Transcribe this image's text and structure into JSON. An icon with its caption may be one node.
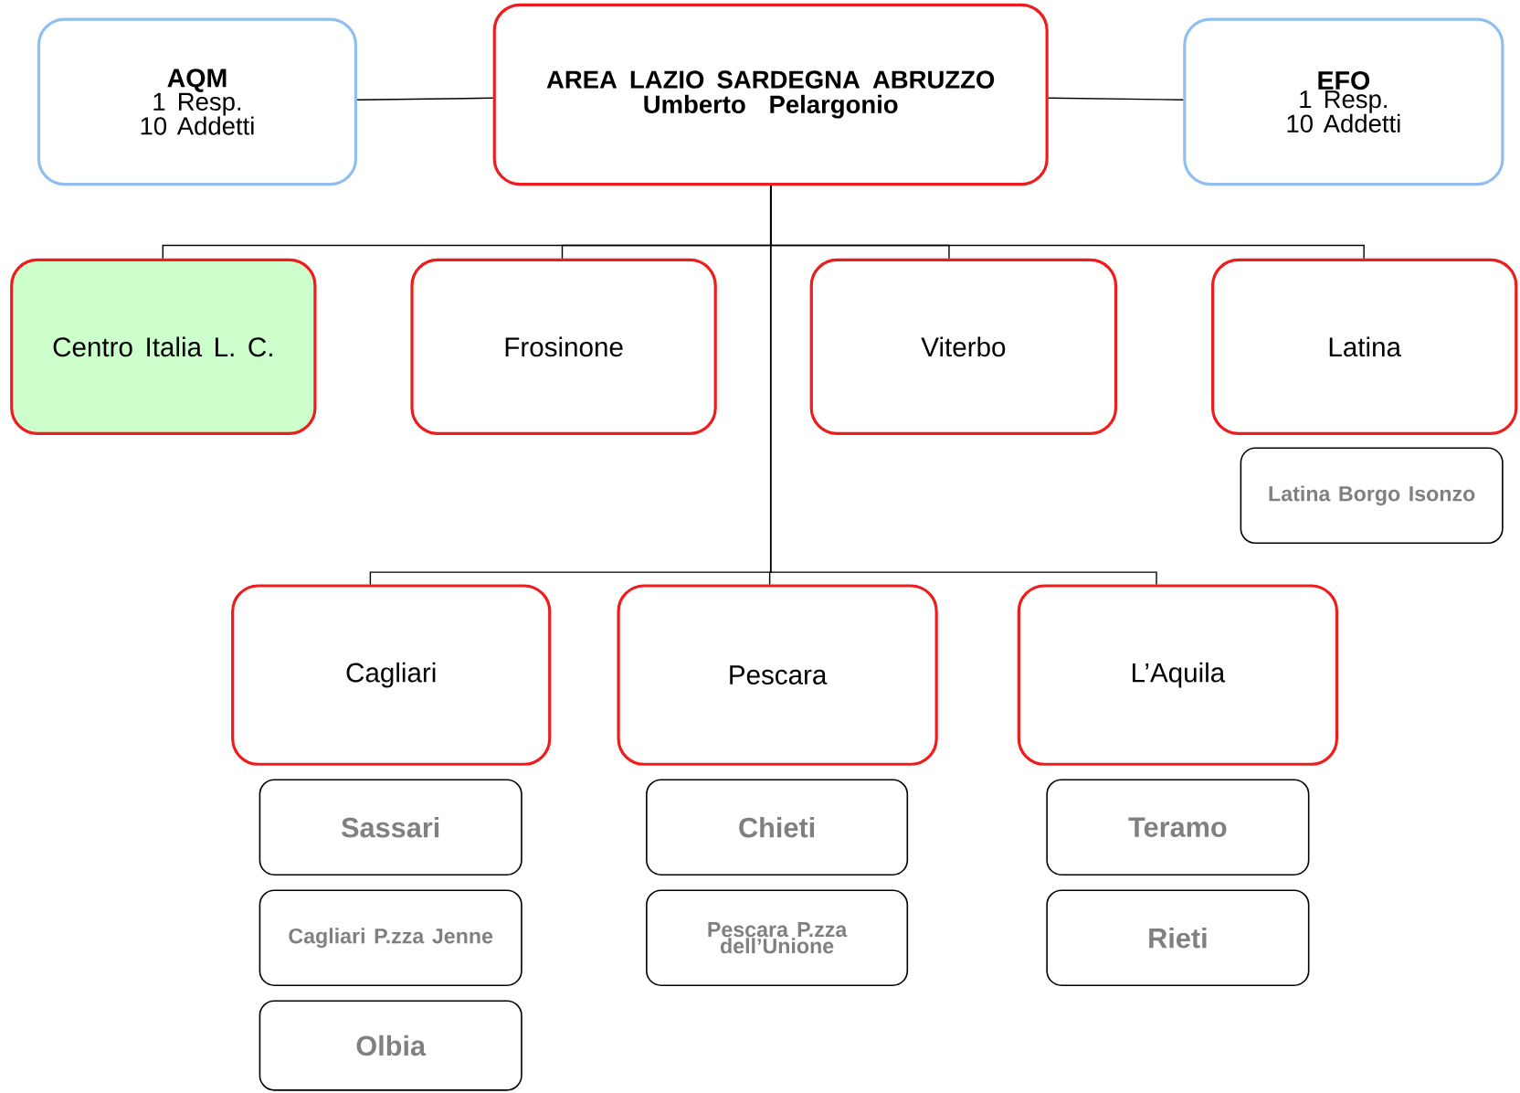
{
  "diagram": {
    "nodes": [
      {
        "text": [
          "AQM",
          "1 Resp. 10 Addetti"
        ]
      },
      {
        "text": [
          "AREA LAZIO SARDEGNA ABRUZZO",
          "Umberto Pelargonio"
        ]
      },
      {
        "text": [
          "EFO",
          "1 Resp. 10 Addetti"
        ]
      },
      {
        "text": [
          "Centro Italia L. C."
        ]
      },
      {
        "text": [
          "Frosinone"
        ]
      },
      {
        "text": [
          "Viterbo"
        ]
      },
      {
        "text": [
          "Latina"
        ]
      },
      {
        "text": [
          "Latina Borgo Isonzo"
        ]
      },
      {
        "text": [
          "Cagliari"
        ]
      },
      {
        "text": [
          "Pescara"
        ]
      },
      {
        "text": [
          "L’Aquila"
        ]
      },
      {
        "text": [
          "Sassari"
        ]
      },
      {
        "text": [
          "Cagliari P.zza Jenne"
        ]
      },
      {
        "text": [
          "Olbia"
        ]
      },
      {
        "text": [
          "Chieti"
        ]
      },
      {
        "text": [
          "Pescara P.zza dell’Unione"
        ]
      },
      {
        "text": [
          "Teramo"
        ]
      },
      {
        "text": [
          "Rieti"
        ]
      }
    ],
    "edges": [
      {
        "from": 0,
        "to": 1,
        "arrow": "none"
      },
      {
        "from": 1,
        "to": 2,
        "arrow": "none"
      },
      {
        "from": 1,
        "to": 3,
        "arrow": "none"
      },
      {
        "from": 1,
        "to": 4,
        "arrow": "none"
      },
      {
        "from": 1,
        "to": 5,
        "arrow": "none"
      },
      {
        "from": 1,
        "to": 6,
        "arrow": "none"
      },
      {
        "from": 1,
        "to": 8,
        "arrow": "none"
      },
      {
        "from": 1,
        "to": 9,
        "arrow": "none"
      },
      {
        "from": 1,
        "to": 10,
        "arrow": "none"
      }
    ]
  }
}
